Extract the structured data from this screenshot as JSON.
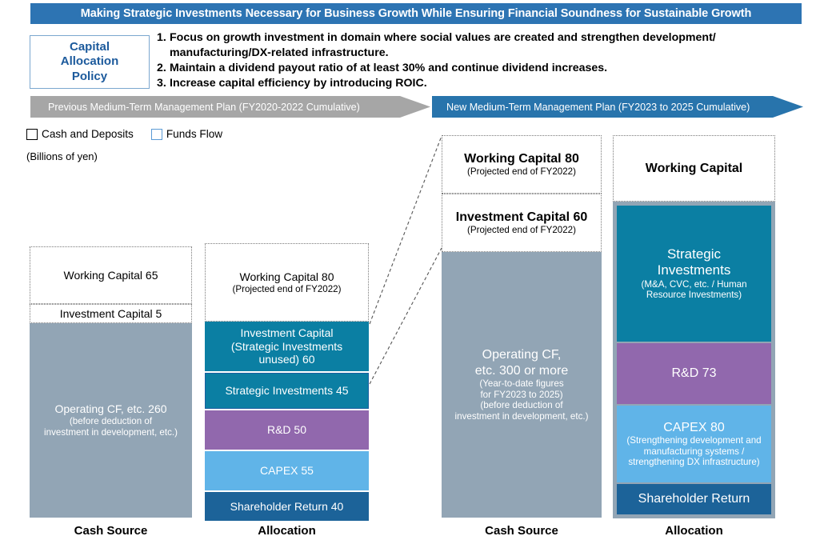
{
  "header": {
    "title": "Making Strategic Investments Necessary for Business Growth While Ensuring Financial Soundness for Sustainable Growth",
    "title_bg": "#2d74b3"
  },
  "policy": {
    "box_label": "Capital\nAllocation\nPolicy",
    "box_label_line1": "Capital",
    "box_label_line2": "Allocation",
    "box_label_line3": "Policy",
    "items": [
      {
        "num": "1.",
        "text": "Focus on growth investment in domain where social values are created and strengthen development/ manufacturing/DX-related infrastructure."
      },
      {
        "num": "2.",
        "text": "Maintain a dividend payout ratio of at least 30% and continue dividend increases."
      },
      {
        "num": "3.",
        "text": "Increase capital efficiency by introducing ROIC."
      }
    ]
  },
  "banners": {
    "previous": "Previous Medium-Term Management Plan (FY2020-2022 Cumulative)",
    "previous_color": "#a6a6a6",
    "new": "New Medium-Term Management Plan (FY2023 to 2025 Cumulative)",
    "new_color": "#2874ac"
  },
  "legend": {
    "items": [
      {
        "label": "Cash and Deposits",
        "swatch": "outline-black"
      },
      {
        "label": "Funds Flow",
        "swatch": "outline-blue"
      }
    ],
    "units": "(Billions of yen)"
  },
  "chart_data": {
    "type": "bar",
    "title": "Making Strategic Investments Necessary for Business Growth While Ensuring Financial Soundness for Sustainable Growth",
    "ylabel": "(Billions of yen)",
    "grid": false,
    "legend_position": "top-left",
    "columns": [
      {
        "label": "Cash Source",
        "plan": "Previous Medium-Term Management Plan (FY2020-2022 Cumulative)",
        "segments": [
          {
            "name": "Working Capital 65",
            "main": "Working Capital 65",
            "sub": "",
            "value": 65,
            "style": "dotted"
          },
          {
            "name": "Investment Capital 5",
            "main": "Investment Capital 5",
            "sub": "",
            "value": 5,
            "style": "dotted"
          },
          {
            "name": "Operating CF, etc. 260",
            "main": "Operating CF, etc. 260",
            "sub": "(before deduction of investment in development, etc.)",
            "value": 260,
            "style": "gray"
          }
        ]
      },
      {
        "label": "Allocation",
        "plan": "Previous Medium-Term Management Plan (FY2020-2022 Cumulative)",
        "segments": [
          {
            "name": "Working Capital 80",
            "main": "Working Capital 80",
            "sub": "(Projected end of FY2022)",
            "value": 80,
            "style": "dotted"
          },
          {
            "name": "Investment Capital (Strategic Investments unused) 60",
            "main": "Investment Capital (Strategic Investments unused) 60",
            "sub": "",
            "value": 60,
            "style": "teal"
          },
          {
            "name": "Strategic Investments 45",
            "main": "Strategic Investments 45",
            "sub": "",
            "value": 45,
            "style": "teal-bordered"
          },
          {
            "name": "R&D 50",
            "main": "R&D 50",
            "sub": "",
            "value": 50,
            "style": "purple"
          },
          {
            "name": "CAPEX 55",
            "main": "CAPEX 55",
            "sub": "",
            "value": 55,
            "style": "capex"
          },
          {
            "name": "Shareholder Return 40",
            "main": "Shareholder Return 40",
            "sub": "",
            "value": 40,
            "style": "shareholder-return"
          }
        ]
      },
      {
        "label": "Cash Source",
        "plan": "New Medium-Term Management Plan (FY2023 to 2025 Cumulative)",
        "segments": [
          {
            "name": "Working Capital 80",
            "main": "Working Capital 80",
            "sub": "(Projected end of FY2022)",
            "value": 80,
            "style": "dotted"
          },
          {
            "name": "Investment Capital 60",
            "main": "Investment Capital 60",
            "sub": "(Projected end of FY2022)",
            "value": 60,
            "style": "dotted"
          },
          {
            "name": "Operating CF, etc. 300 or more",
            "main": "Operating CF, etc.  300 or more",
            "sub": "(Year-to-date figures for FY2023 to 2025) (before deduction of investment in development, etc.)",
            "value": 300,
            "style": "gray"
          }
        ]
      },
      {
        "label": "Allocation",
        "plan": "New Medium-Term Management Plan (FY2023 to 2025 Cumulative)",
        "segments": [
          {
            "name": "Working Capital",
            "main": "Working Capital",
            "sub": "",
            "value": null,
            "style": "dotted"
          },
          {
            "name": "Strategic Investments",
            "main": "Strategic Investments",
            "sub": "(M&A, CVC, etc. / Human Resource Investments)",
            "value": null,
            "style": "teal"
          },
          {
            "name": "R&D 73",
            "main": "R&D 73",
            "sub": "",
            "value": 73,
            "style": "purple"
          },
          {
            "name": "CAPEX 80",
            "main": "CAPEX 80",
            "sub": "(Strengthening development and manufacturing systems / strengthening DX infrastructure)",
            "value": 80,
            "style": "capex"
          },
          {
            "name": "Shareholder Return",
            "main": "Shareholder Return",
            "sub": "",
            "value": null,
            "style": "shareholder-return"
          }
        ]
      }
    ],
    "colors": {
      "gray": "#92a5b5",
      "teal": "#0b7fa3",
      "purple": "#9168ad",
      "capex": "#60b4e8",
      "shareholder_return": "#1c6399"
    }
  },
  "c1": {
    "s1_main": "Working Capital 65",
    "s2_main": "Investment Capital 5",
    "s3_main": "Operating CF, etc. 260",
    "s3_sub1": "(before deduction of",
    "s3_sub2": "investment in development, etc.)",
    "label": "Cash Source"
  },
  "c2": {
    "s1_main": "Working Capital 80",
    "s1_sub": "(Projected end of FY2022)",
    "s2_l1": "Investment Capital",
    "s2_l2": "(Strategic Investments",
    "s2_l3": "unused) 60",
    "s3_main": "Strategic Investments 45",
    "s4_main": "R&D 50",
    "s5_main": "CAPEX 55",
    "s6_main": "Shareholder Return 40",
    "label": "Allocation"
  },
  "c3": {
    "s1_main": "Working Capital 80",
    "s1_sub": "(Projected end of FY2022)",
    "s2_main": "Investment Capital 60",
    "s2_sub": "(Projected end of FY2022)",
    "s3_l1": "Operating CF,",
    "s3_l2": "etc.  300 or more",
    "s3_sub1": "(Year-to-date figures",
    "s3_sub2": "for FY2023 to 2025)",
    "s3_sub3": "(before deduction of",
    "s3_sub4": "investment in development, etc.)",
    "label": "Cash Source"
  },
  "c4": {
    "s1_main": "Working Capital",
    "s2_l1": "Strategic",
    "s2_l2": "Investments",
    "s2_sub1": "(M&A, CVC, etc. / Human",
    "s2_sub2": "Resource Investments)",
    "s3_main": "R&D 73",
    "s4_main": "CAPEX 80",
    "s4_sub1": "(Strengthening development and",
    "s4_sub2": "manufacturing systems /",
    "s4_sub3": "strengthening DX infrastructure)",
    "s5_main": "Shareholder Return",
    "label": "Allocation"
  }
}
